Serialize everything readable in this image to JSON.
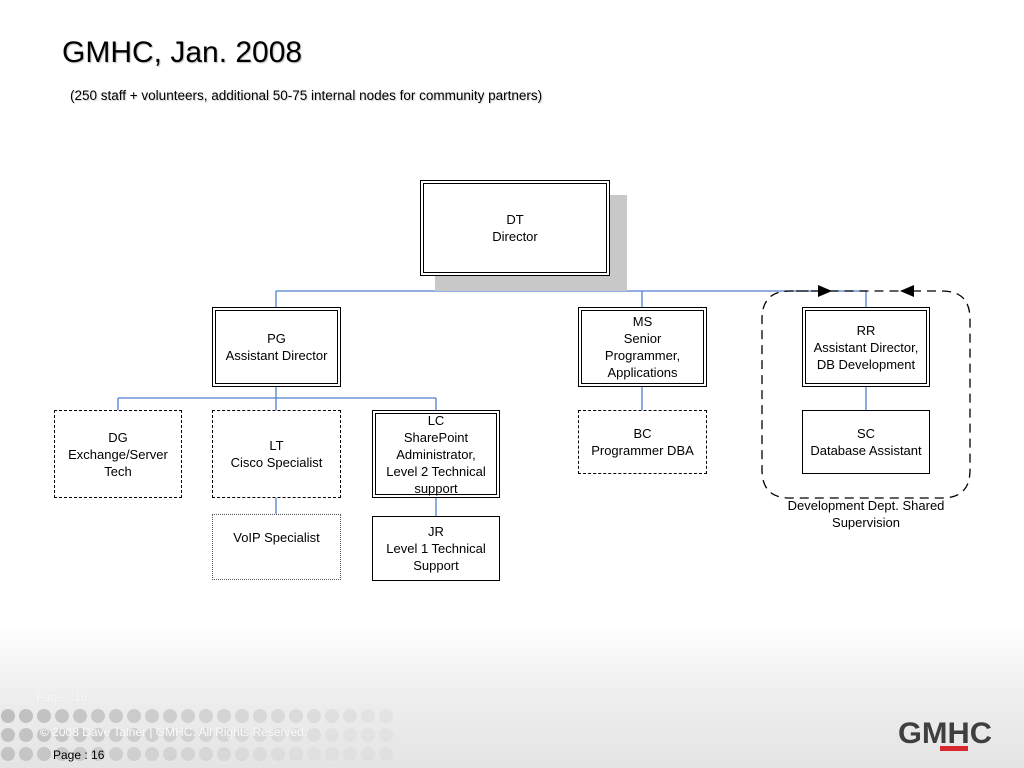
{
  "slide": {
    "title": "GMHC, Jan. 2008",
    "subtitle": "(250 staff + volunteers, additional 50-75 internal nodes for community partners)"
  },
  "org": {
    "dt": {
      "name": "DT",
      "role": "Director"
    },
    "pg": {
      "name": "PG",
      "role": "Assistant Director"
    },
    "ms": {
      "name": "MS",
      "line1": "Senior",
      "line2": "Programmer,",
      "line3": "Applications"
    },
    "rr": {
      "name": "RR",
      "line1": "Assistant Director,",
      "line2": "DB Development"
    },
    "dg": {
      "name": "DG",
      "line1": "Exchange/Server",
      "line2": "Tech"
    },
    "lt": {
      "name": "LT",
      "role": "Cisco Specialist"
    },
    "lc": {
      "name": "LC",
      "line1": "SharePoint",
      "line2": "Administrator,",
      "line3": "Level 2 Technical",
      "line4": "support"
    },
    "bc": {
      "name": "BC",
      "role": "Programmer DBA"
    },
    "sc": {
      "name": "SC",
      "role": "Database Assistant"
    },
    "voip": {
      "role": "VoIP Specialist"
    },
    "jr": {
      "name": "JR",
      "line1": "Level 1 Technical",
      "line2": "Support"
    }
  },
  "note": {
    "line1": "Development Dept. Shared",
    "line2": "Supervision"
  },
  "footer": {
    "ghost_page": "Page : 16",
    "copyright": "© 2008 Dave Talner | GMHC. All Rights Reserved.",
    "page": "Page : 16",
    "logo_text": "GMHC"
  },
  "colors": {
    "connector": "#4f7fcf",
    "logo_red": "#d7282f",
    "logo_text": "#3f3f3f"
  }
}
